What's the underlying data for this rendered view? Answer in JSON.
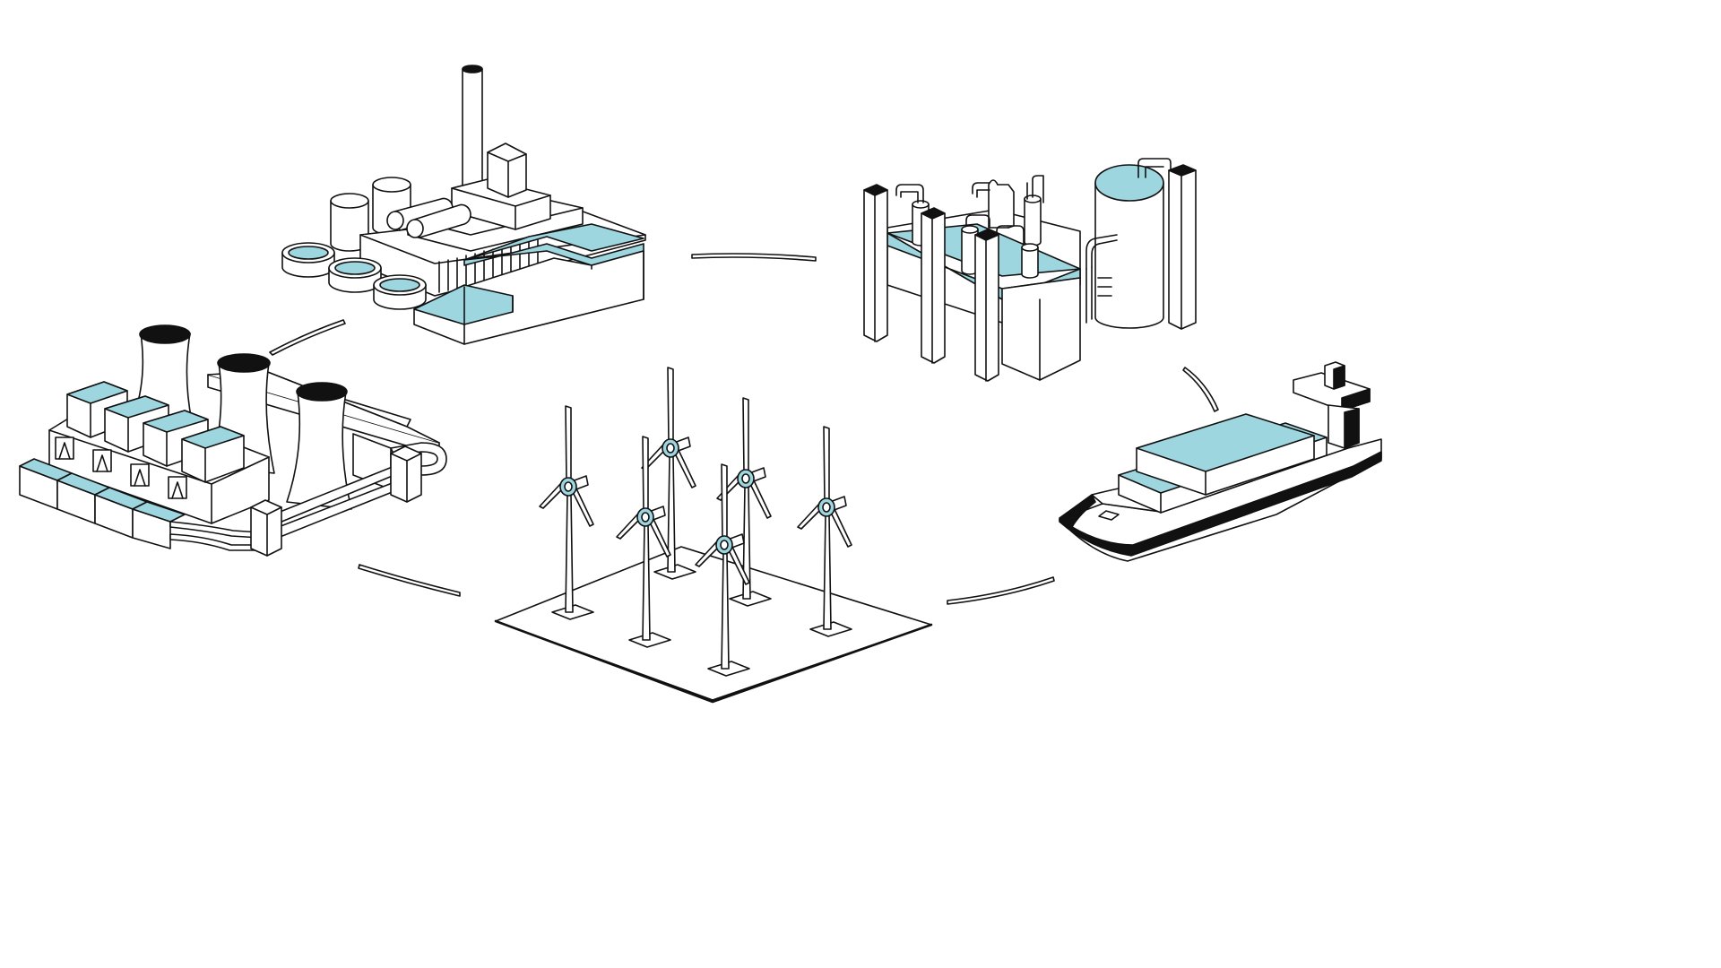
{
  "colors": {
    "background": "#ffffff",
    "outline": "#111111",
    "accent": "#9dd6df"
  },
  "nodes": [
    {
      "id": "industrial-plant",
      "icon": "factory-icon"
    },
    {
      "id": "chemical-plant",
      "icon": "refinery-icon"
    },
    {
      "id": "power-plant",
      "icon": "cooling-tower-icon"
    },
    {
      "id": "offshore-wind-farm",
      "icon": "wind-turbine-icon"
    },
    {
      "id": "cargo-ship",
      "icon": "ship-icon"
    }
  ],
  "connectors": [
    {
      "from": "industrial-plant",
      "to": "chemical-plant"
    },
    {
      "from": "chemical-plant",
      "to": "cargo-ship"
    },
    {
      "from": "cargo-ship",
      "to": "offshore-wind-farm"
    },
    {
      "from": "offshore-wind-farm",
      "to": "power-plant"
    },
    {
      "from": "power-plant",
      "to": "industrial-plant"
    }
  ]
}
